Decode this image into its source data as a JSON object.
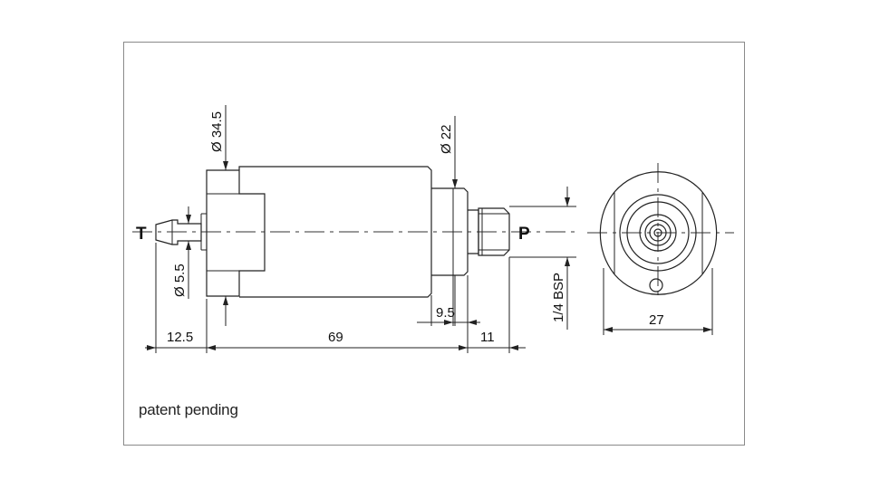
{
  "ports": {
    "tank": "T",
    "pressure": "P"
  },
  "dimensions": {
    "dia_body": "Ø 34.5",
    "dia_neck": "Ø 22",
    "dia_hose": "Ø 5.5",
    "len_hose": "12.5",
    "len_body": "69",
    "len_thread": "11",
    "len_shoulder": "9.5",
    "thread": "1/4 BSP",
    "end_width": "27"
  },
  "note": "patent pending",
  "colors": {
    "line": "#222222",
    "frame": "#8a8a8a"
  }
}
